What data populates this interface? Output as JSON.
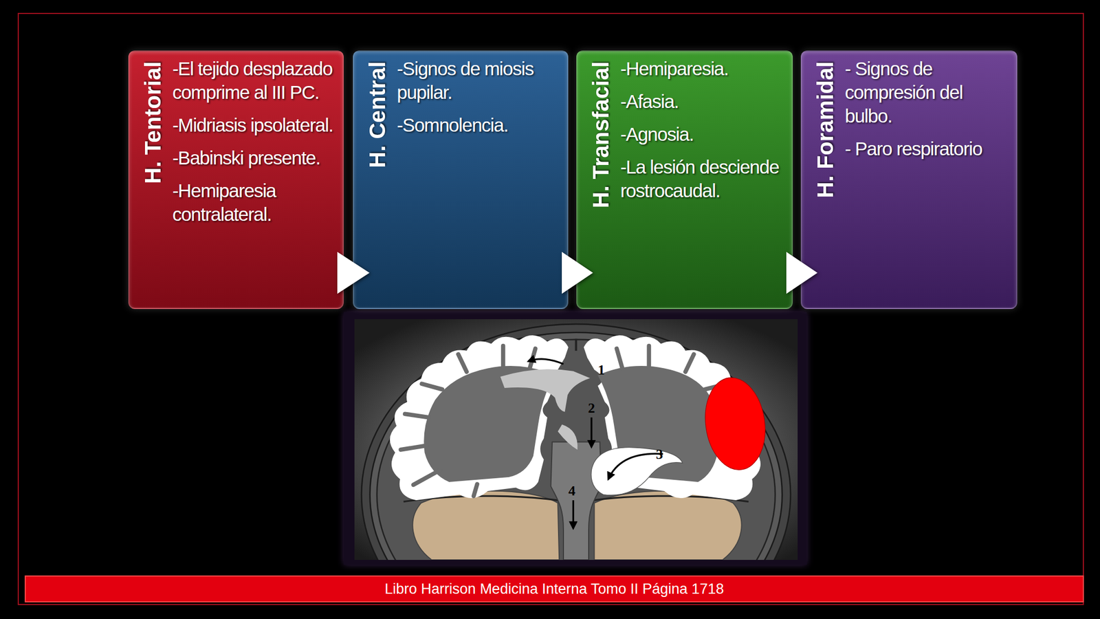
{
  "diagram": {
    "caption": "Libro Harrison Medicina Interna Tomo II Página 1718",
    "nodes": [
      {
        "text": [
          "H. Tentorial",
          "-El tejido desplazado comprime al III PC.",
          "-Midriasis ipsolateral.",
          "-Babinski presente.",
          "-Hemiparesia contralateral."
        ]
      },
      {
        "text": [
          "H. Central",
          "-Signos de miosis pupilar.",
          "-Somnolencia."
        ]
      },
      {
        "text": [
          "H. Transfacial",
          "-Hemiparesia.",
          "-Afasia.",
          "-Agnosia.",
          "-La lesión desciende rostrocaudal."
        ]
      },
      {
        "text": [
          "H. Foramidal",
          "- Signos de compresión del bulbo.",
          "- Paro respiratorio"
        ]
      }
    ],
    "edges": [
      {
        "from": 0,
        "to": 1,
        "arrow": "to"
      },
      {
        "from": 1,
        "to": 2,
        "arrow": "to"
      },
      {
        "from": 2,
        "to": 3,
        "arrow": "to"
      }
    ],
    "labels": [
      "1",
      "2",
      "3",
      "4"
    ]
  }
}
